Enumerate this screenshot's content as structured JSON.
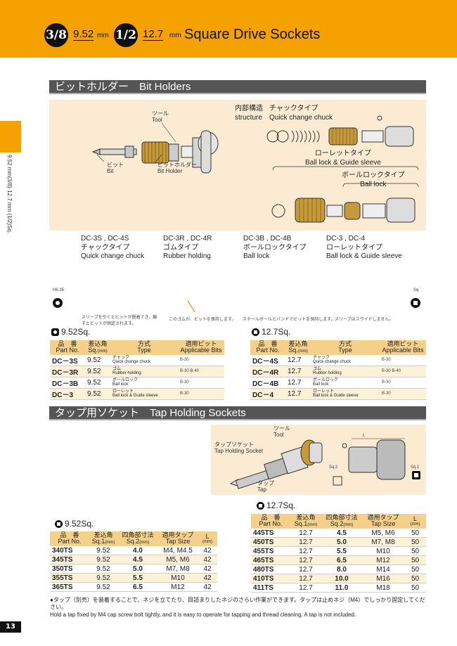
{
  "header": {
    "badge1": "3/8",
    "val1": "9.52",
    "unit1": "mm",
    "badge2": "1/2",
    "val2": "12.7",
    "unit2": "mm",
    "title": "Square Drive Sockets"
  },
  "side": {
    "text": "9.52 mm(3/8)·12.7 mm (1/2)Sq.",
    "page": "13"
  },
  "bit_holders": {
    "title": "ビットホルダー　Bit Holders",
    "ann_tool_jp": "ツール",
    "ann_tool_en": "Tool",
    "ann_bit_jp": "ビット",
    "ann_bit_en": "Bit",
    "ann_holder_jp": "ビットホルダー",
    "ann_holder_en": "Bit Holder",
    "structure_jp": "内部構造",
    "structure_en": "structure",
    "quick_jp": "チャックタイプ",
    "quick_en": "Quick change chuck",
    "knurl_jp": "ローレットタイプ",
    "knurl_en": "Ball lock & Guide sleeve",
    "balllock_jp": "ボールロックタイプ",
    "balllock_en": "Ball lock",
    "captions": [
      {
        "models": "DC-3S , DC-4S",
        "jp": "チャックタイプ",
        "en": "Quick change chuck"
      },
      {
        "models": "DC-3R , DC-4R",
        "jp": "ゴムタイプ",
        "en": "Rubber holding"
      },
      {
        "models": "DC-3B , DC-4B",
        "jp": "ボールロックタイプ",
        "en": "Ball lock"
      },
      {
        "models": "DC-3 , DC-4",
        "jp": "ローレットタイプ",
        "en": "Ball lock & Guide sleeve"
      }
    ],
    "h635": "H6.35",
    "sq": "Sq",
    "notes": [
      "スリーブを引くとビットが脱着でき、離すとビットが固定されます。",
      "このゴムが、ビットを保持します。",
      "スチールボールとバンドでビットを保持します。",
      "スリーブはスライドしません。"
    ]
  },
  "table_dc3": {
    "label": "9.52Sq.",
    "headers": [
      {
        "jp": "品　番",
        "en": "Part No."
      },
      {
        "jp": "差込角",
        "en": "Sq.",
        "sub": "(mm)"
      },
      {
        "jp": "方式",
        "en": "Type"
      },
      {
        "jp": "適用ビット",
        "en": "Applicable Bits"
      }
    ],
    "rows": [
      {
        "part": "DC－3S",
        "sq": "9.52",
        "type_jp": "チャック",
        "type_en": "Quick change chuck",
        "bits": "B-30"
      },
      {
        "part": "DC－3R",
        "sq": "9.52",
        "type_jp": "ゴム",
        "type_en": "Rubber holding",
        "bits": "B-30 B-40"
      },
      {
        "part": "DC－3B",
        "sq": "9.52",
        "type_jp": "ボールロック",
        "type_en": "Ball lock",
        "bits": "B-30"
      },
      {
        "part": "DC－3",
        "sq": "9.52",
        "type_jp": "ローレット",
        "type_en": "Ball lock & Guide sleeve",
        "bits": "B-30"
      }
    ]
  },
  "table_dc4": {
    "label": "12.7Sq.",
    "rows": [
      {
        "part": "DC－4S",
        "sq": "12.7",
        "type_jp": "チャック",
        "type_en": "Quick change chuck",
        "bits": "B-30"
      },
      {
        "part": "DC－4R",
        "sq": "12.7",
        "type_jp": "ゴム",
        "type_en": "Rubber holding",
        "bits": "B-30 B-40"
      },
      {
        "part": "DC－4B",
        "sq": "12.7",
        "type_jp": "ボールロック",
        "type_en": "Ball lock",
        "bits": "B-30"
      },
      {
        "part": "DC－4",
        "sq": "12.7",
        "type_jp": "ローレット",
        "type_en": "Ball lock & Guide sleeve",
        "bits": "B-30"
      }
    ]
  },
  "tap": {
    "title": "タップ用ソケット　Tap Holding Sockets",
    "ann_tool_jp": "ツール",
    "ann_tool_en": "Tool",
    "ann_socket_jp": "タップソケット",
    "ann_socket_en": "Tap Holding Socket",
    "ann_tap_jp": "タップ",
    "ann_tap_en": "Tap",
    "sq2": "Sq.2",
    "sq1": "Sq.1",
    "L": "L"
  },
  "table_ts3": {
    "label": "9.52Sq.",
    "headers": [
      {
        "jp": "品　番",
        "en": "Part No."
      },
      {
        "jp": "差込角",
        "en": "Sq.1",
        "sub": "(mm)"
      },
      {
        "jp": "四角部寸法",
        "en": "Sq.2",
        "sub": "(mm)"
      },
      {
        "jp": "適用タップ",
        "en": "Tap Size"
      },
      {
        "jp": "L",
        "en": "",
        "sub": "(mm)"
      }
    ],
    "rows": [
      {
        "part": "340TS",
        "sq1": "9.52",
        "sq2": "4.0",
        "tap": "M4, M4.5",
        "L": "42"
      },
      {
        "part": "345TS",
        "sq1": "9.52",
        "sq2": "4.5",
        "tap": "M5, M6",
        "L": "42"
      },
      {
        "part": "350TS",
        "sq1": "9.52",
        "sq2": "5.0",
        "tap": "M7, M8",
        "L": "42"
      },
      {
        "part": "355TS",
        "sq1": "9.52",
        "sq2": "5.5",
        "tap": "M10",
        "L": "42"
      },
      {
        "part": "365TS",
        "sq1": "9.52",
        "sq2": "6.5",
        "tap": "M12",
        "L": "42"
      }
    ]
  },
  "table_ts4": {
    "label": "12.7Sq.",
    "rows": [
      {
        "part": "445TS",
        "sq1": "12.7",
        "sq2": "4.5",
        "tap": "M5, M6",
        "L": "50"
      },
      {
        "part": "450TS",
        "sq1": "12.7",
        "sq2": "5.0",
        "tap": "M7, M8",
        "L": "50"
      },
      {
        "part": "455TS",
        "sq1": "12.7",
        "sq2": "5.5",
        "tap": "M10",
        "L": "50"
      },
      {
        "part": "465TS",
        "sq1": "12.7",
        "sq2": "6.5",
        "tap": "M12",
        "L": "50"
      },
      {
        "part": "480TS",
        "sq1": "12.7",
        "sq2": "8.0",
        "tap": "M14",
        "L": "50"
      },
      {
        "part": "410TS",
        "sq1": "12.7",
        "sq2": "10.0",
        "tap": "M16",
        "L": "50"
      },
      {
        "part": "411TS",
        "sq1": "12.7",
        "sq2": "11.0",
        "tap": "M18",
        "L": "50"
      }
    ]
  },
  "footnote_jp": "●タップ（別売）を装着することで、ネジを立てたり、目詰まりしたネジのさらい作業ができます。タップは止めネジ（M4）でしっかり固定してください。",
  "footnote_en": "Hold a tap fixed by M4 cap screw bolt tightly, and it is easy to operate for tapping and thread cleaning. A tap is not included."
}
